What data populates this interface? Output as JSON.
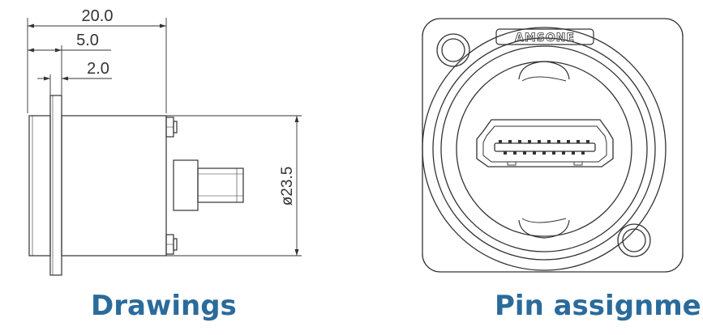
{
  "drawing": {
    "dim_overall": "20.0",
    "dim_flange_body": "5.0",
    "dim_flange": "2.0",
    "dim_diameter": "ø23.5"
  },
  "connector": {
    "brand": "AMSONE"
  },
  "captions": {
    "left": "Drawings",
    "right": "Pin assignment"
  },
  "colors": {
    "caption": "#2a6b9b",
    "line": "#333333"
  }
}
